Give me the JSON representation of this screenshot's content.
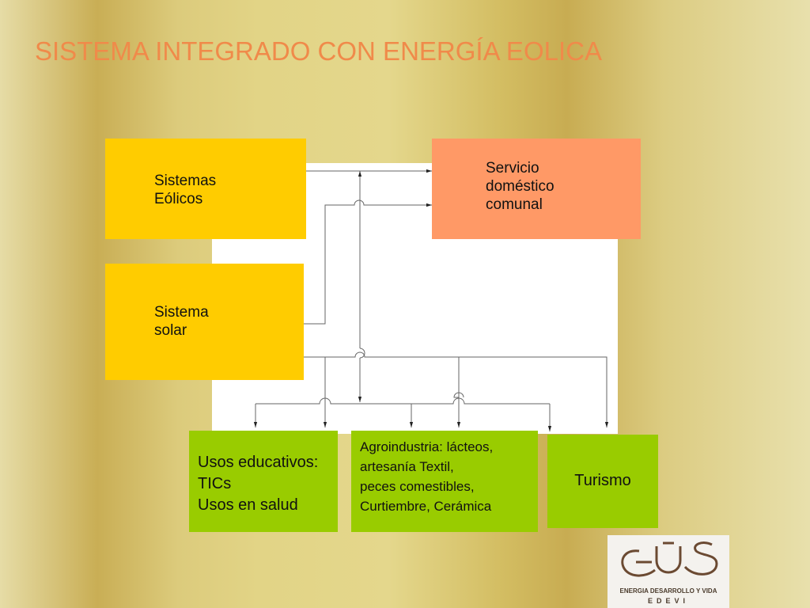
{
  "title": "SISTEMA INTEGRADO CON ENERGÍA EOLICA",
  "nodes": {
    "wind": {
      "lines": [
        "Sistemas",
        "Eólicos"
      ]
    },
    "solar": {
      "lines": [
        "Sistema",
        "solar"
      ]
    },
    "domestic": {
      "lines": [
        "Servicio",
        "doméstico",
        "comunal"
      ]
    },
    "education": {
      "lines": [
        "Usos educativos:",
        "TICs",
        "Usos en salud"
      ]
    },
    "agroindustry": {
      "lines": [
        "Agroindustria: lácteos,",
        "artesanía Textil,",
        "peces comestibles,",
        "Curtiembre, Cerámica"
      ]
    },
    "tourism": {
      "lines": [
        "Turismo"
      ]
    }
  },
  "logo": {
    "text": "ENERGIA DESARROLLO Y VIDA",
    "abbr": "EDEVI"
  },
  "colors": {
    "title": "#f08a4a",
    "source_box": "#ffcc00",
    "domestic_box": "#ff9966",
    "use_box": "#99cc00",
    "connector": "#555555"
  }
}
